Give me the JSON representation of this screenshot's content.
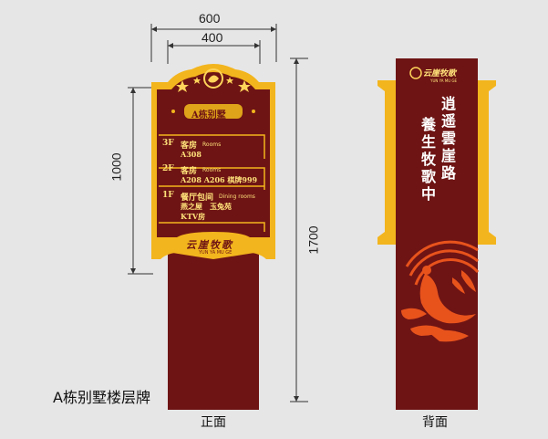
{
  "dimensions": {
    "top_outer": "600",
    "top_inner": "400",
    "left_height": "1000",
    "right_height": "1700"
  },
  "front": {
    "title": "A栋别墅",
    "floors": [
      {
        "num": "3F",
        "name": "客房",
        "en": "Rooms",
        "rooms": "A308"
      },
      {
        "num": "2F",
        "name": "客房",
        "en": "Rooms",
        "rooms": "A208 A206 棋牌999"
      },
      {
        "num": "1F",
        "name": "餐厅包间",
        "en": "Dining rooms",
        "rooms_line1": "燕之屋　玉兔苑",
        "rooms_line2": "KTV房"
      }
    ],
    "brand_cn": "云崖牧歌",
    "brand_en": "YUN YA MU GE"
  },
  "back": {
    "brand_cn": "云崖牧歌",
    "brand_en": "YUN YA MU GE",
    "poem_col1": "逍遥雲崖路",
    "poem_col2": "養生牧歌中"
  },
  "labels": {
    "front": "正面",
    "back": "背面",
    "caption": "A栋别墅楼层牌"
  },
  "colors": {
    "maroon": "#6e1414",
    "gold": "#f3b51d",
    "orange": "#e8531c",
    "text_gold": "#ffe27a"
  }
}
